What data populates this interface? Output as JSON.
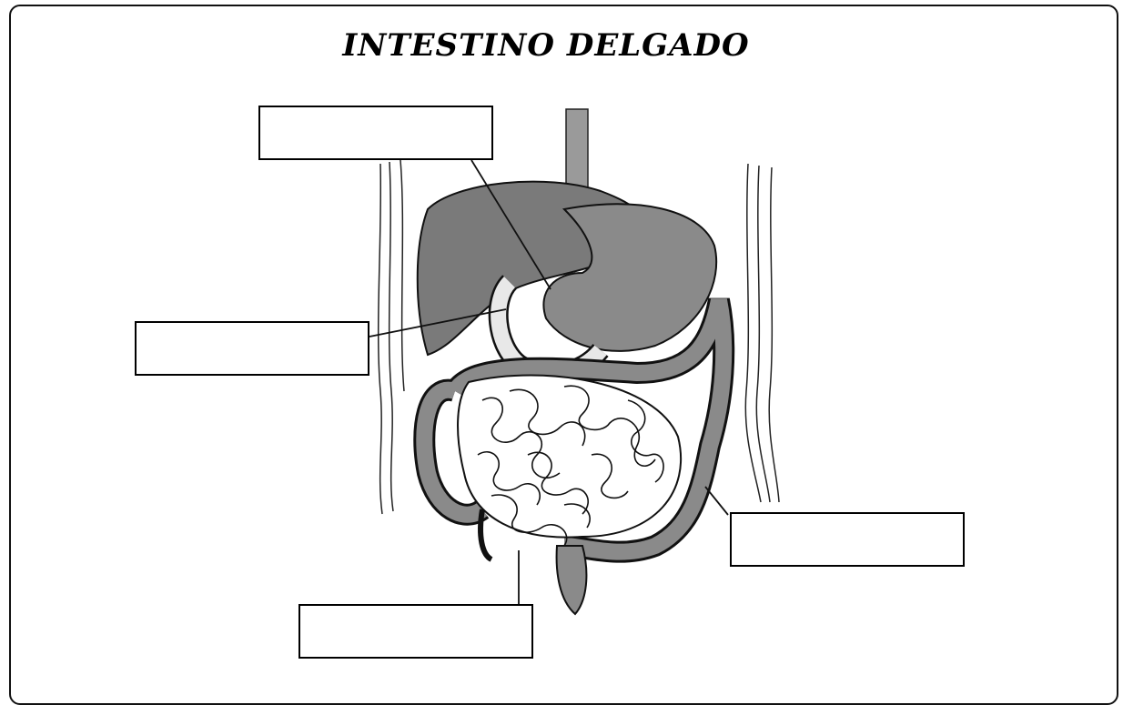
{
  "title": "INTESTINO  DELGADO",
  "labels": [
    {
      "id": "top",
      "text": ""
    },
    {
      "id": "left",
      "text": ""
    },
    {
      "id": "right",
      "text": ""
    },
    {
      "id": "bottom",
      "text": ""
    }
  ],
  "colors": {
    "line": "#111111",
    "organ_dark": "#6e6e6e",
    "organ_mid": "#8c8c8c",
    "organ_light": "#d9d9d9",
    "background": "#ffffff"
  }
}
